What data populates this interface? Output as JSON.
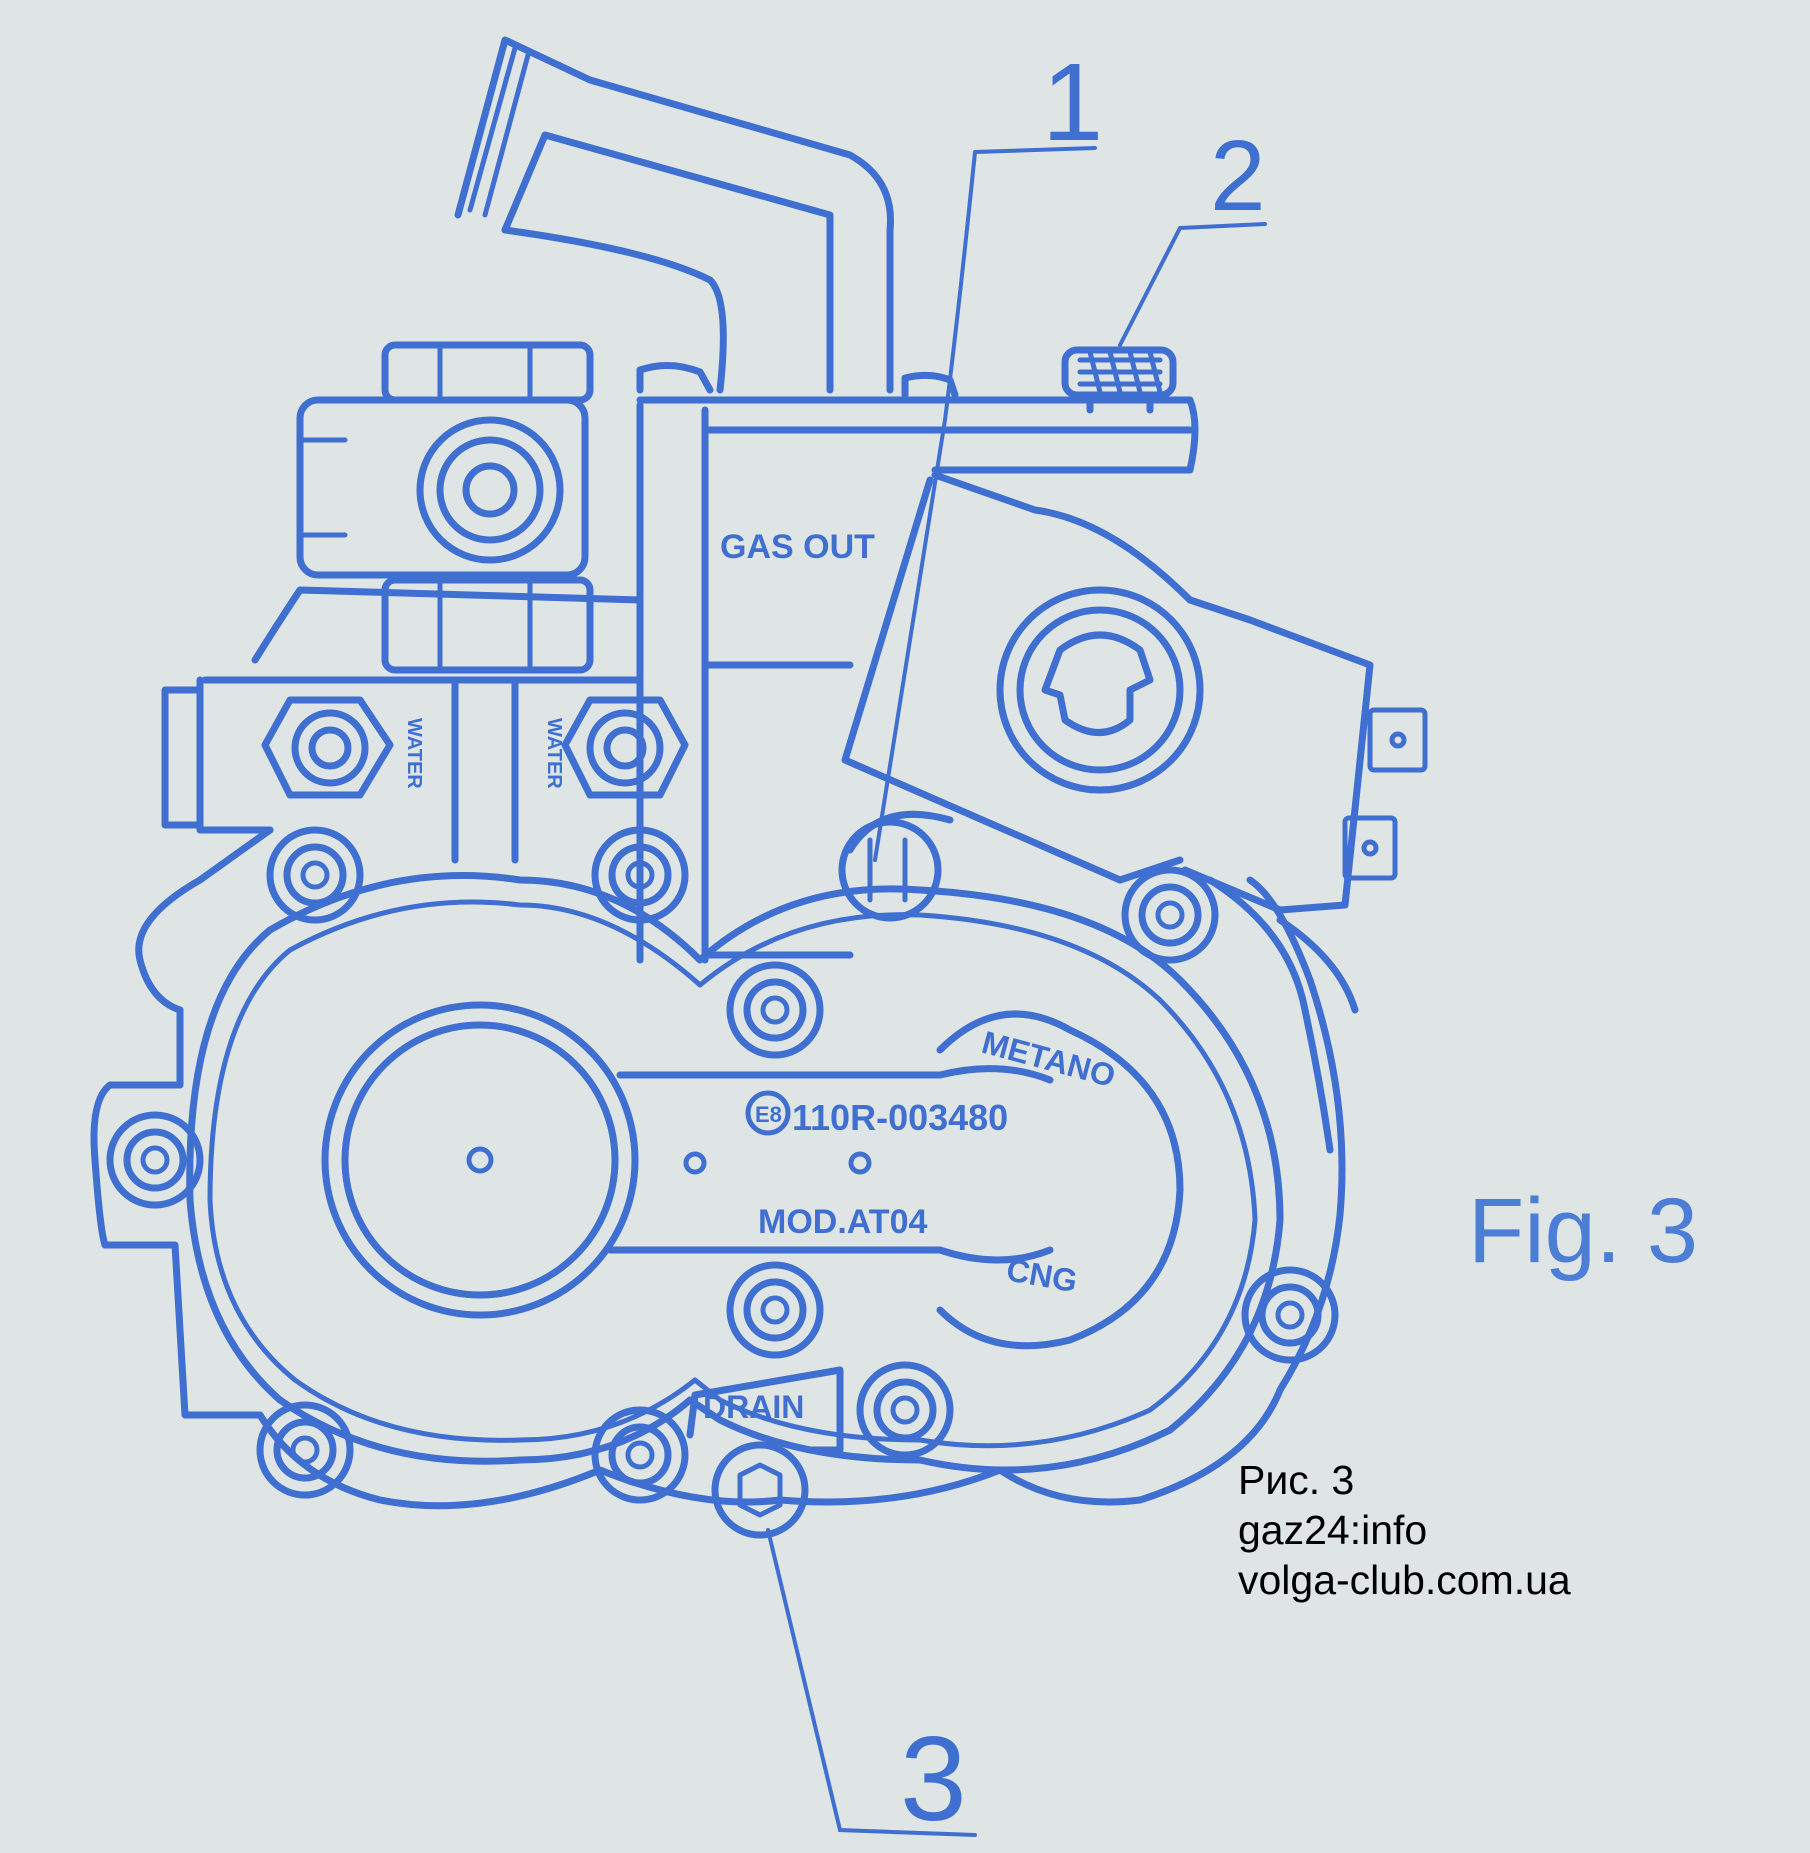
{
  "diagram": {
    "label_gas_out": "GAS OUT",
    "label_water_left": "WATER",
    "label_water_right": "WATER",
    "label_approval": "110R-003480",
    "label_approval_mark": "E8",
    "label_metano": "METANO",
    "label_cng": "CNG",
    "label_model": "MOD.AT04",
    "label_drain": "DRAIN",
    "callout_1": "1",
    "callout_2": "2",
    "callout_3": "3",
    "figure_label": "Fig. 3"
  },
  "credits": {
    "line1": "Рис. 3",
    "line2": "gaz24:info",
    "line3": "volga-club.com.ua"
  },
  "colors": {
    "line": "#3f6fd0",
    "paper": "#dfe4e5",
    "credit_text": "#000000"
  }
}
